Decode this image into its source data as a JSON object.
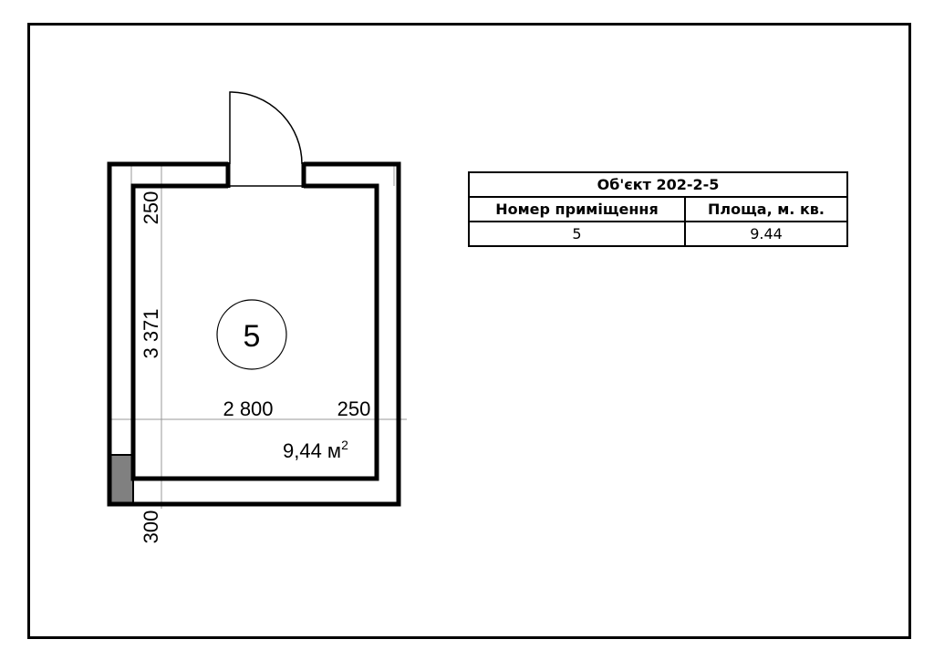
{
  "plan": {
    "room_number": "5",
    "area_label": "9,44 м",
    "area_sup": "2",
    "dimensions": {
      "top_wall": "250",
      "height": "3 371",
      "bottom_wall": "300",
      "width": "2 800",
      "right_wall": "250"
    }
  },
  "table": {
    "title": "Об'єкт 202-2-5",
    "headers": [
      "Номер приміщення",
      "Площа, м. кв."
    ],
    "rows": [
      [
        "5",
        "9.44"
      ]
    ]
  }
}
